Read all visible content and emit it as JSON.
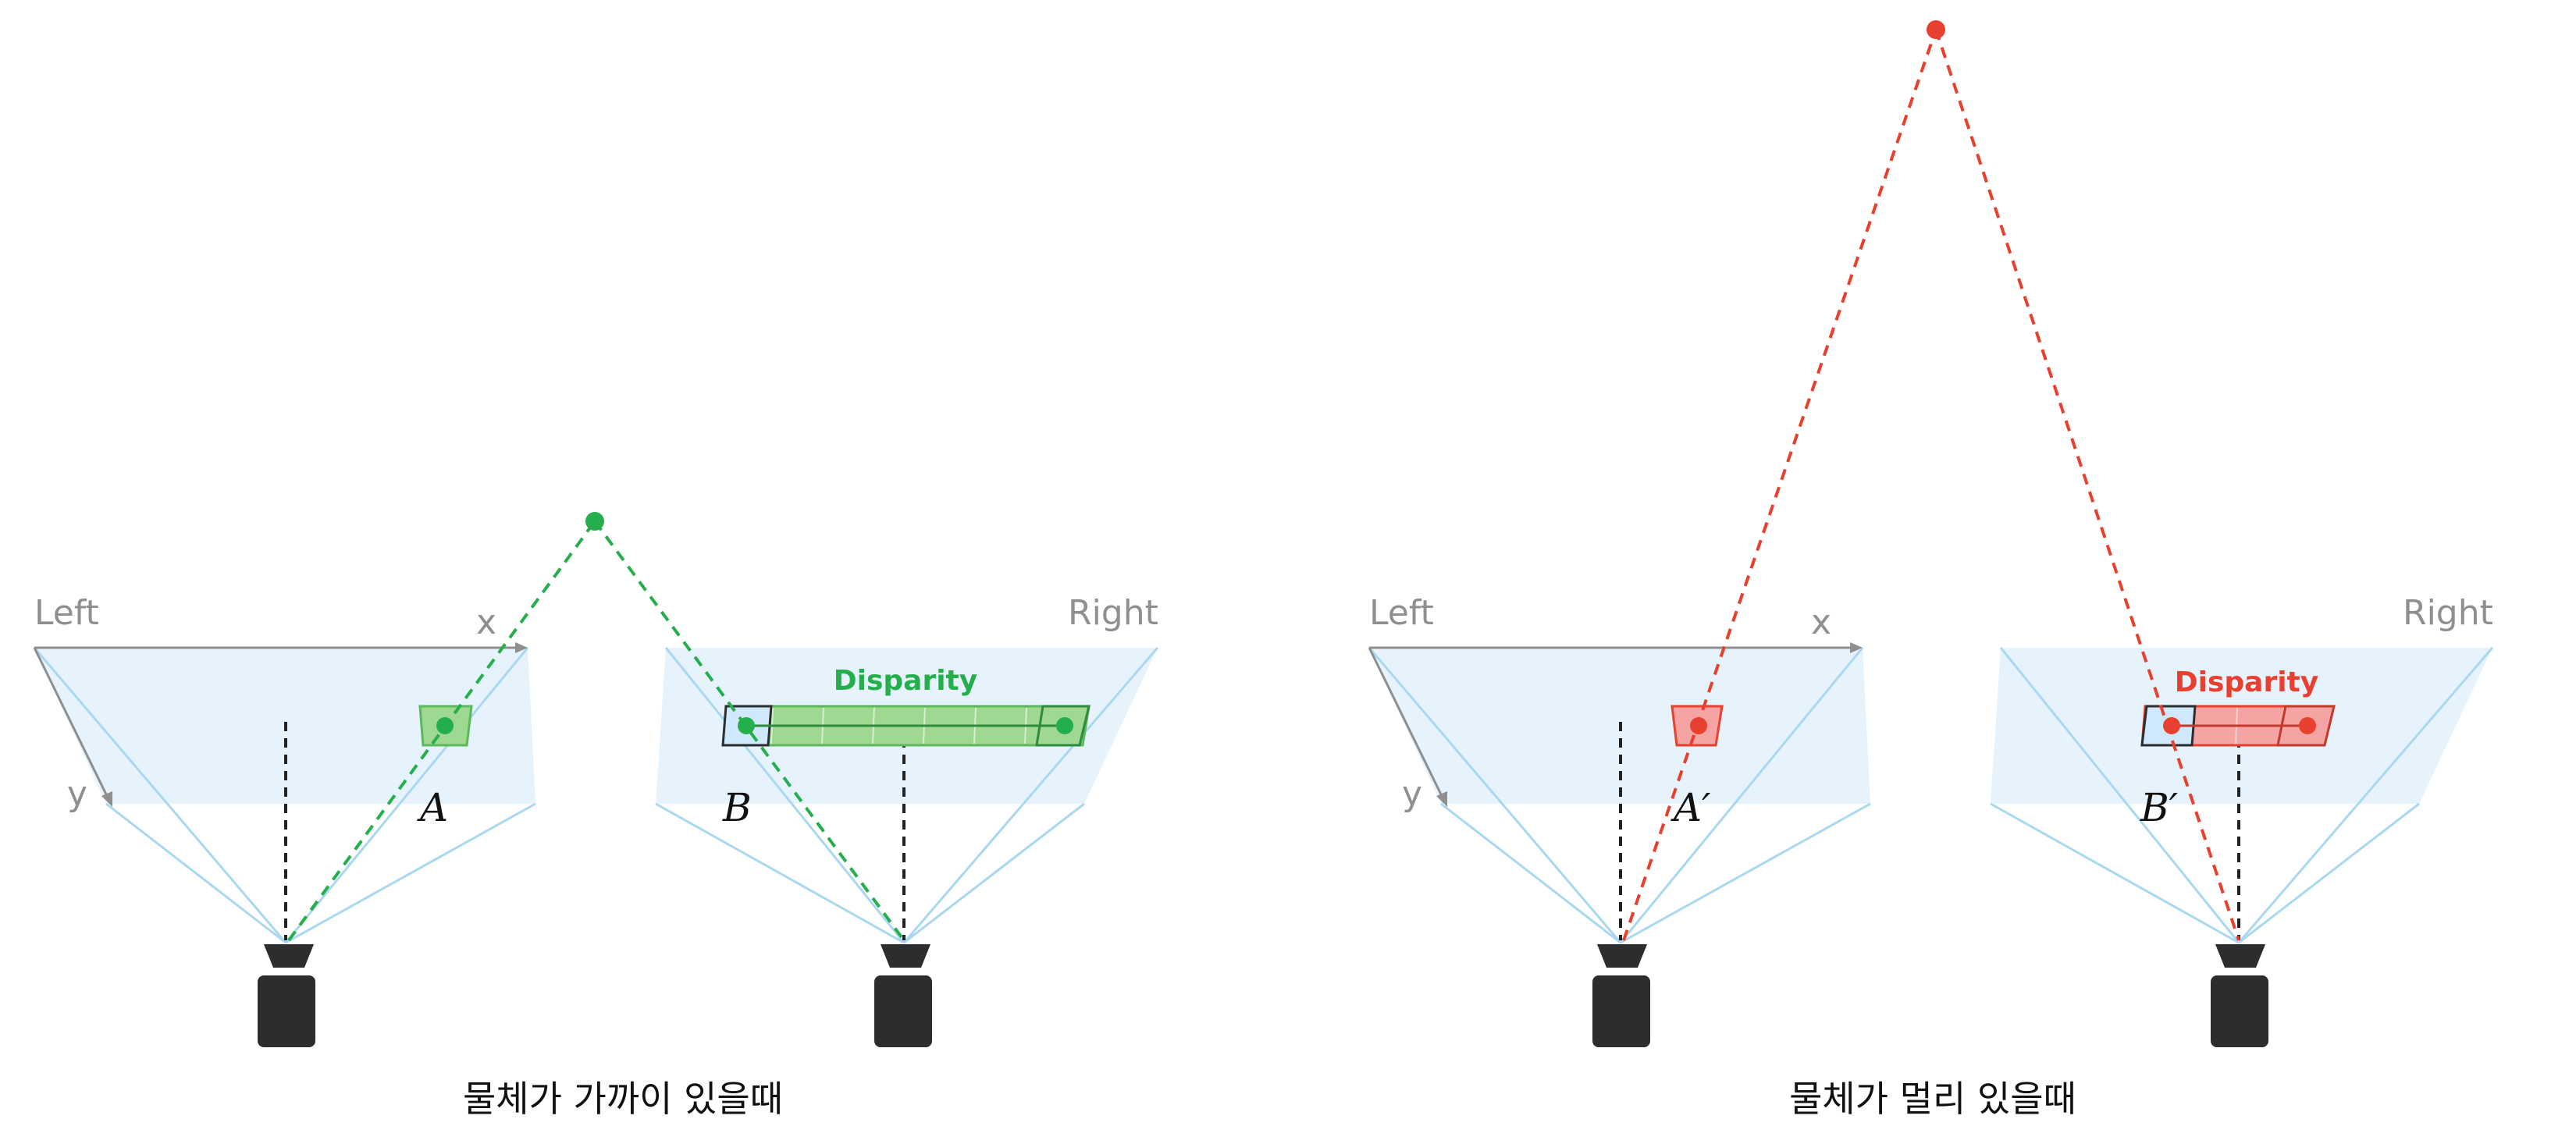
{
  "colors": {
    "near": "#25ae4c",
    "near_fill": "#9fd890",
    "far": "#e8402e",
    "far_fill": "#f6a3a3",
    "plane": "#e6f3fc",
    "ray": "#a9d8f0",
    "axis": "#8f8f8f",
    "camera": "#2b2d2e",
    "dash": "#222222"
  },
  "icons": {
    "camera": "camera-icon"
  },
  "near": {
    "left_label": "Left",
    "right_label": "Right",
    "x_axis": "x",
    "y_axis": "y",
    "disparity": "Disparity",
    "point_left": "A",
    "point_right": "B",
    "caption": "물체가 가까이 있을때"
  },
  "far": {
    "left_label": "Left",
    "right_label": "Right",
    "x_axis": "x",
    "y_axis": "y",
    "disparity": "Disparity",
    "point_left": "A′",
    "point_right": "B′",
    "caption": "물체가 멀리 있을때"
  }
}
